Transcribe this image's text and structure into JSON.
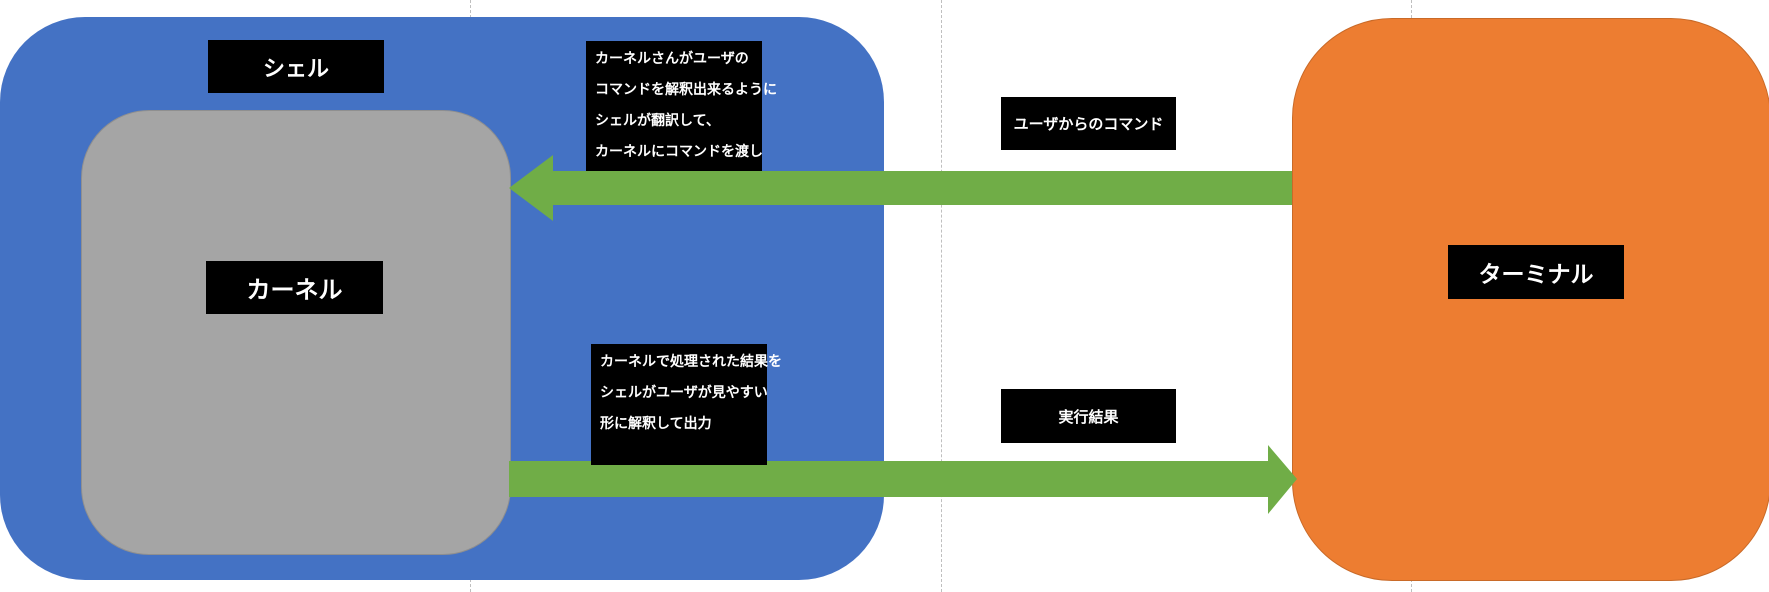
{
  "nodes": {
    "shell": "シェル",
    "kernel": "カーネル",
    "terminal": "ターミナル"
  },
  "notes": {
    "shell_to_kernel": [
      "カーネルさんがユーザの",
      "コマンドを解釈出来るように",
      "シェルが翻訳して、",
      "カーネルにコマンドを渡し"
    ],
    "kernel_to_shell": [
      "カーネルで処理された結果を",
      "シェルがユーザが見やすい",
      "形に解釈して出力"
    ]
  },
  "arrows": {
    "command": "ユーザからのコマンド",
    "result": "実行結果"
  },
  "colors": {
    "shell": "#4472c4",
    "kernel": "#a5a5a5",
    "terminal": "#ed7d31",
    "arrow": "#70ad47",
    "label_bg": "#000000"
  }
}
